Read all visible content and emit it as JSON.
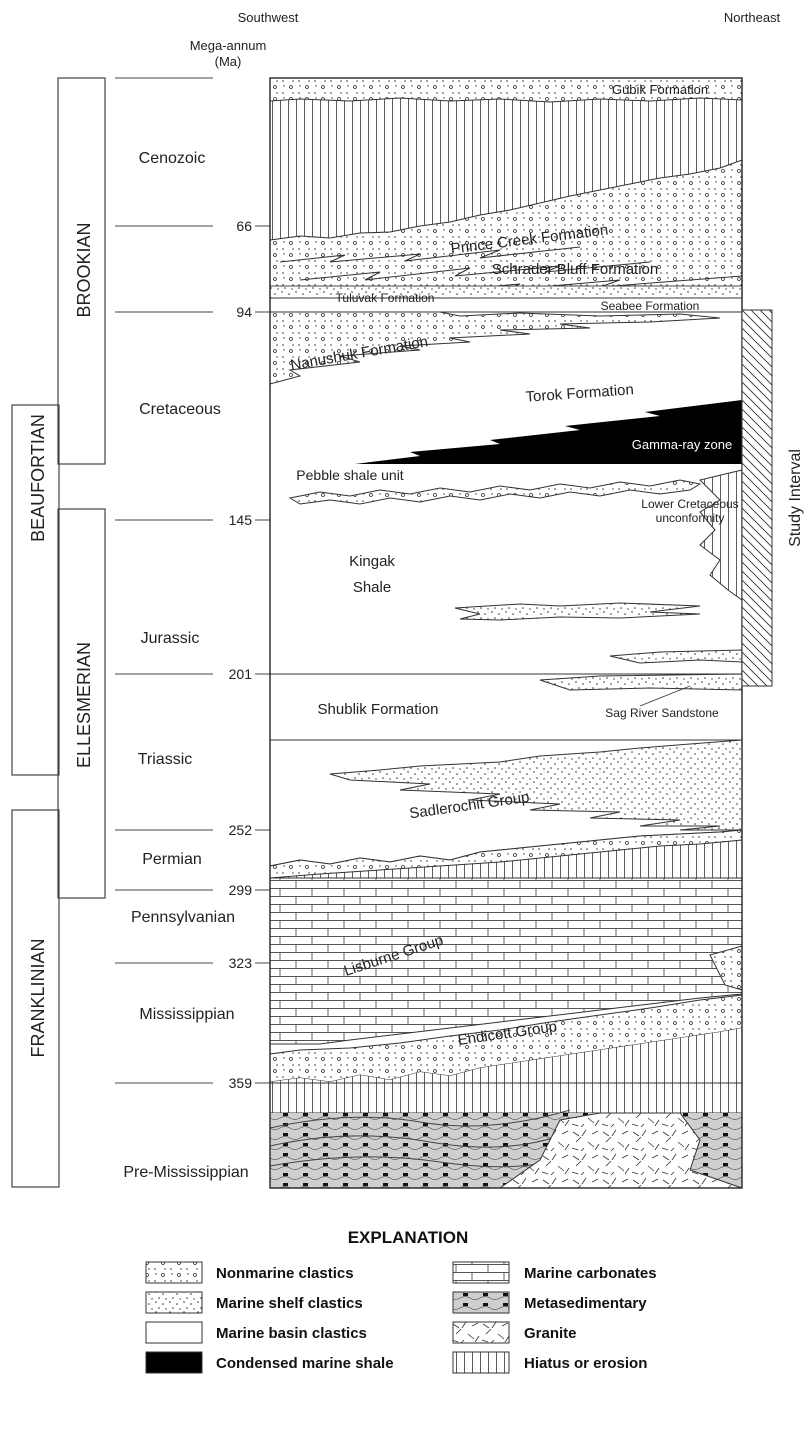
{
  "header": {
    "left": "Southwest",
    "right": "Northeast",
    "unit_line1": "Mega-annum",
    "unit_line2": "(Ma)"
  },
  "sequences": [
    "BROOKIAN",
    "BEAUFORTIAN",
    "ELLESMERIAN",
    "FRANKLINIAN"
  ],
  "periods": [
    "Cenozoic",
    "Cretaceous",
    "Jurassic",
    "Triassic",
    "Permian",
    "Pennsylvanian",
    "Mississippian",
    "Pre-Mississippian"
  ],
  "ages": [
    "66",
    "94",
    "145",
    "201",
    "252",
    "299",
    "323",
    "359"
  ],
  "units": {
    "gubik": "Gubik Formation",
    "prince_creek": "Prince Creek Formation",
    "schrader": "Schrader Bluff Formation",
    "tuluvak": "Tuluvak Formation",
    "seabee": "Seabee Formation",
    "nanushuk": "Nanushuk Formation",
    "torok": "Torok Formation",
    "gamma": "Gamma-ray zone",
    "pebble": "Pebble shale unit",
    "lcu1": "Lower Cretaceous",
    "lcu2": "unconformity",
    "kingak1": "Kingak",
    "kingak2": "Shale",
    "shublik": "Shublik Formation",
    "sag": "Sag River Sandstone",
    "sadlerochit": "Sadlerochit Group",
    "lisburne": "Lisburne Group",
    "endicott": "Endicott Group"
  },
  "study_interval": "Study Interval",
  "explanation": {
    "title": "EXPLANATION",
    "items": [
      "Nonmarine clastics",
      "Marine shelf clastics",
      "Marine basin clastics",
      "Condensed marine shale",
      "Marine carbonates",
      "Metasedimentary",
      "Granite",
      "Hiatus or erosion"
    ]
  }
}
